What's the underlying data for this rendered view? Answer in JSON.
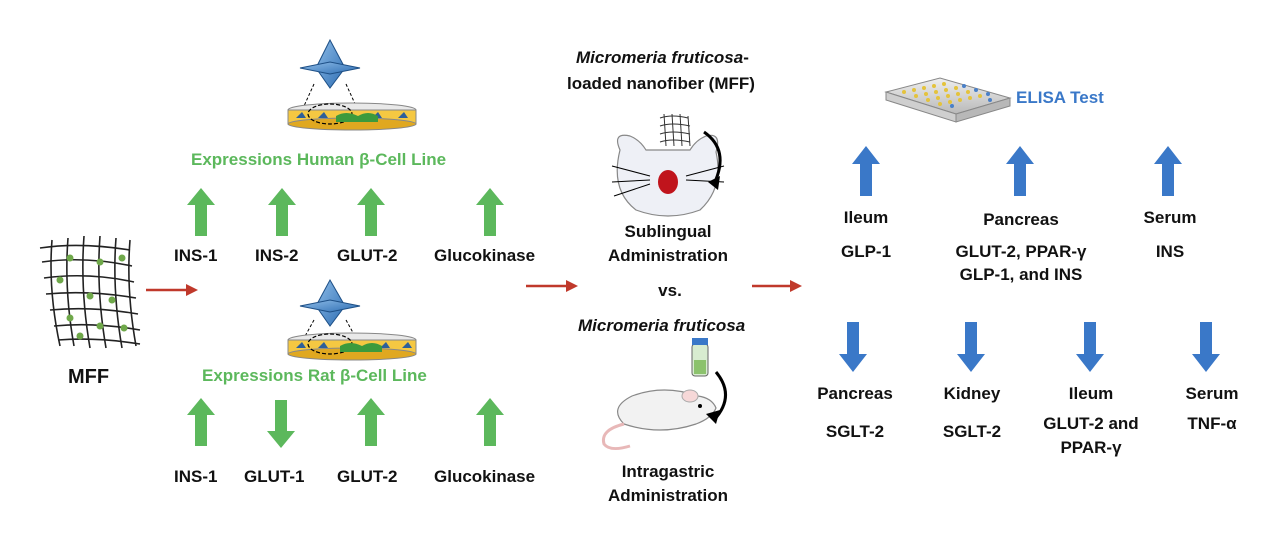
{
  "left": {
    "mff_label": "MFF",
    "human": {
      "title": "Expressions Human β-Cell Line",
      "genes": [
        "INS-1",
        "INS-2",
        "GLUT-2",
        "Glucokinase"
      ]
    },
    "rat": {
      "title": "Expressions Rat β-Cell Line",
      "genes": [
        "INS-1",
        "GLUT-1",
        "GLUT-2",
        "Glucokinase"
      ]
    }
  },
  "middle": {
    "nanofiber_title_italic": "Micromeria fruticosa",
    "nanofiber_title_suffix": "-",
    "nanofiber_title_line2": "loaded nanofiber (MFF)",
    "sublingual_line1": "Sublingual",
    "sublingual_line2": "Administration",
    "vs": "vs.",
    "extract_title": "Micromeria fruticosa",
    "intragastric_line1": "Intragastric",
    "intragastric_line2": "Administration"
  },
  "right": {
    "elisa": "ELISA Test",
    "up": [
      {
        "organ": "Ileum",
        "markers": [
          "GLP-1"
        ]
      },
      {
        "organ": "Pancreas",
        "markers": [
          "GLUT-2, PPAR-γ",
          "GLP-1, and INS"
        ]
      },
      {
        "organ": "Serum",
        "markers": [
          "INS"
        ]
      }
    ],
    "down": [
      {
        "organ": "Pancreas",
        "markers": [
          "SGLT-2"
        ]
      },
      {
        "organ": "Kidney",
        "markers": [
          "SGLT-2"
        ]
      },
      {
        "organ": "Ileum",
        "markers": [
          "GLUT-2 and",
          "PPAR-γ"
        ]
      },
      {
        "organ": "Serum",
        "markers": [
          "TNF-α"
        ]
      }
    ]
  },
  "colors": {
    "up_green": "#5cb85c",
    "down_green": "#5cb85c",
    "blue": "#3a78c8",
    "red_arrow": "#c0392b",
    "title_green": "#5cb85c",
    "title_blue": "#3a78c8"
  }
}
